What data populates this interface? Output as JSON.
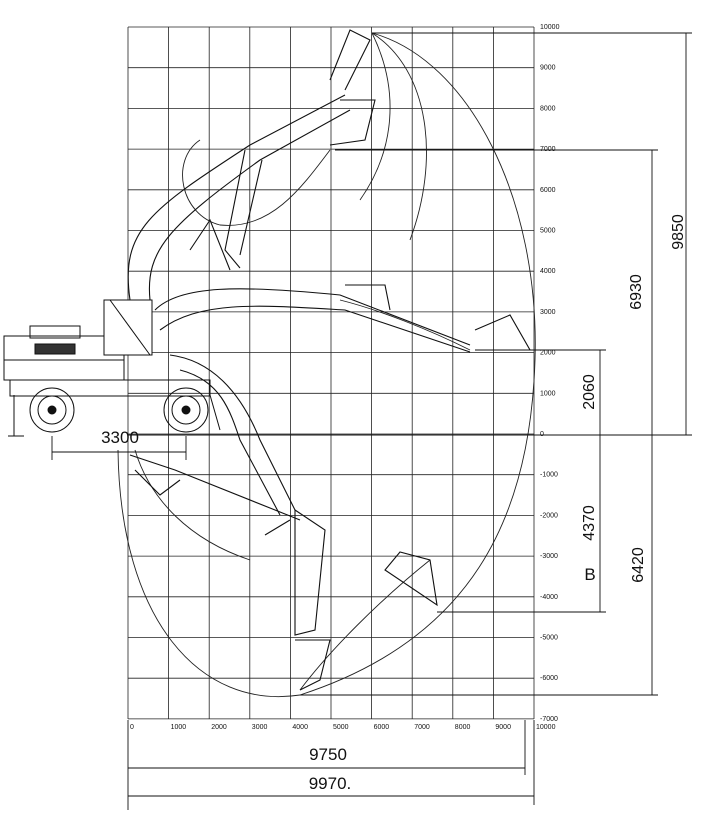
{
  "diagram": {
    "y_ticks": [
      "10000",
      "9000",
      "8000",
      "7000",
      "6000",
      "5000",
      "4000",
      "3000",
      "2000",
      "1000",
      "0",
      "-1000",
      "-2000",
      "-3000",
      "-4000",
      "-5000",
      "-6000",
      "-7000"
    ],
    "x_ticks": [
      "0",
      "1000",
      "2000",
      "3000",
      "4000",
      "5000",
      "6000",
      "7000",
      "8000",
      "9000",
      "10000"
    ],
    "dimensions": {
      "max_height": "9850",
      "dump_height": "6930",
      "height_2060": "2060",
      "dig_depth_b": "4370",
      "max_depth": "6420",
      "wheelbase": "3300",
      "reach_ground": "9750",
      "max_reach": "9970."
    },
    "point_label_b": "B",
    "colors": {
      "line": "#111111",
      "background": "#ffffff"
    }
  }
}
